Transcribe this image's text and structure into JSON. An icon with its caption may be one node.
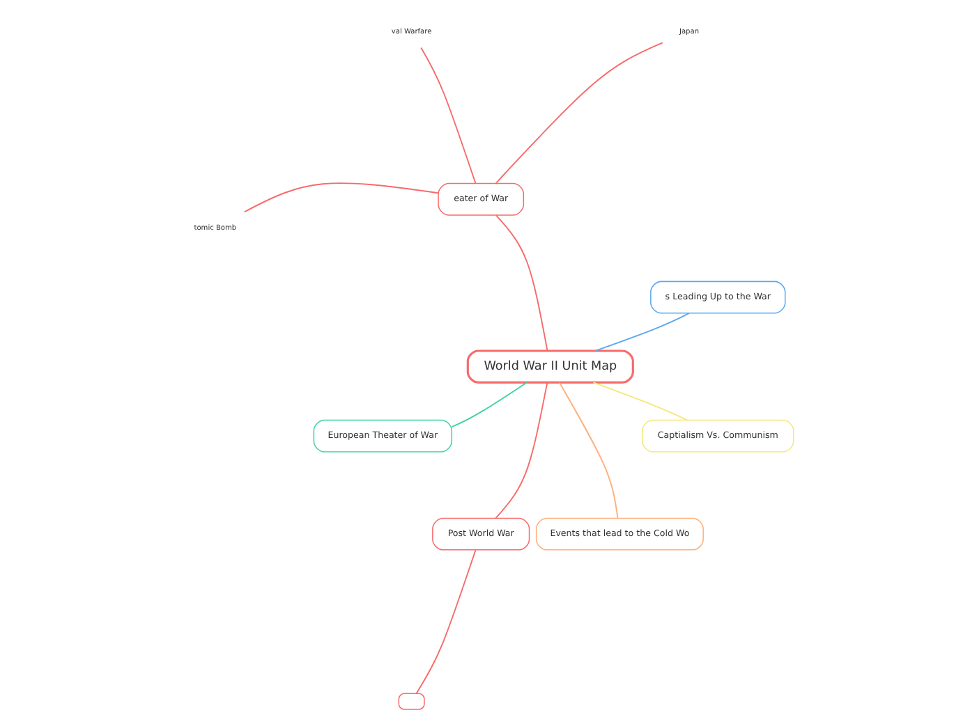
{
  "diagram": {
    "nodes": [
      {
        "text": [
          "World War II Unit Map"
        ]
      },
      {
        "text": [
          "s Leading Up to the War"
        ]
      },
      {
        "text": [
          "eater of War"
        ]
      },
      {
        "text": [
          "Japan"
        ]
      },
      {
        "text": [
          "val Warfare"
        ]
      },
      {
        "text": [
          "tomic Bomb"
        ]
      },
      {
        "text": [
          "European Theater of War"
        ]
      },
      {
        "text": [
          "Post World War"
        ]
      },
      {
        "text": [],
        "shape": "box"
      },
      {
        "text": [
          "Events that lead to the Cold Wo"
        ]
      },
      {
        "text": [
          "Captialism Vs. Communism"
        ]
      }
    ],
    "edges": [
      {
        "from": 0,
        "to": 1,
        "arrow": "none",
        "color": "#5aa9f0"
      },
      {
        "from": 0,
        "to": 2,
        "arrow": "none"
      },
      {
        "from": 2,
        "to": 3,
        "arrow": "none"
      },
      {
        "from": 2,
        "to": 4,
        "arrow": "none"
      },
      {
        "from": 2,
        "to": 5,
        "arrow": "none"
      },
      {
        "from": 0,
        "to": 6,
        "arrow": "none",
        "color": "#3fd3a0"
      },
      {
        "from": 0,
        "to": 7,
        "arrow": "none"
      },
      {
        "from": 7,
        "to": 8,
        "arrow": "none"
      },
      {
        "from": 0,
        "to": 9,
        "arrow": "none",
        "color": "#ffb07a"
      },
      {
        "from": 0,
        "to": 10,
        "arrow": "none",
        "color": "#f5e87a"
      }
    ]
  }
}
